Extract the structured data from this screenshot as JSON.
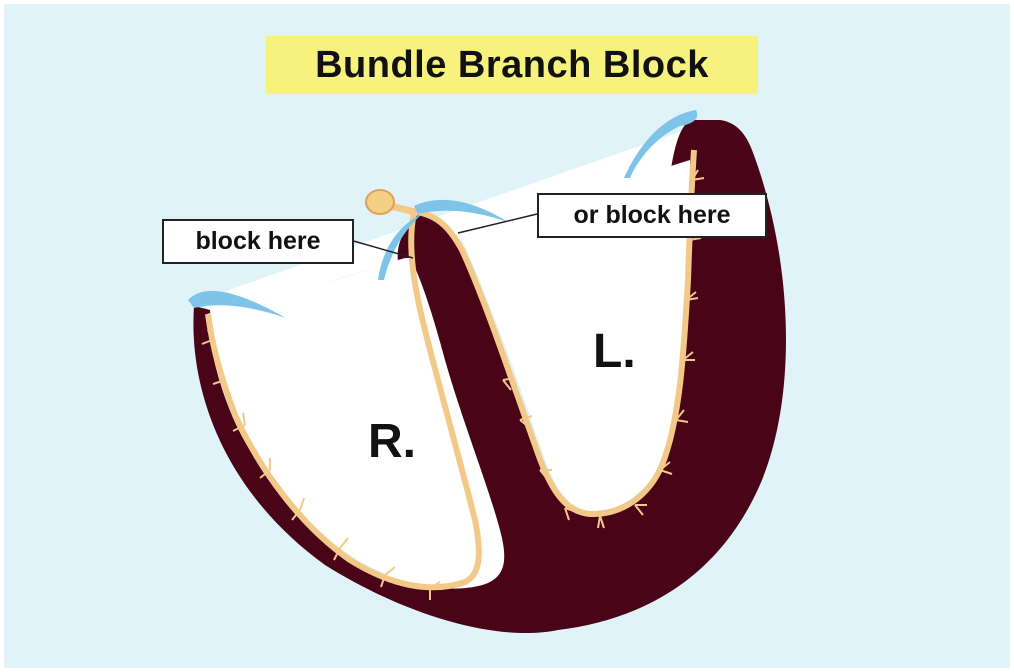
{
  "title": "Bundle Branch Block",
  "callouts": {
    "right_block": "block here",
    "left_block": "or block here"
  },
  "chambers": {
    "right": "R.",
    "left": "L."
  },
  "colors": {
    "background": "#dff3f8",
    "title_highlight": "#f7f27e",
    "myocardium": "#4a0418",
    "conduction_fibers": "#f3c98a",
    "valves": "#7ec4e8",
    "chamber_fill": "#ffffff"
  }
}
